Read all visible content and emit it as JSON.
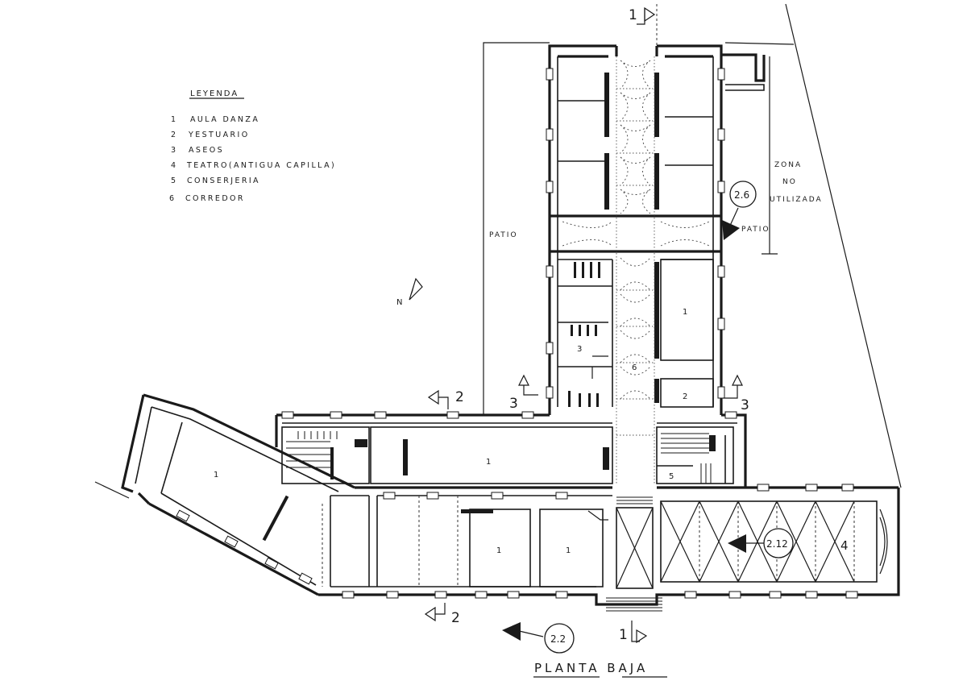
{
  "legend": {
    "title": "LEYENDA",
    "items": [
      {
        "num": "1",
        "label": "AULA  DANZA"
      },
      {
        "num": "2",
        "label": "YESTUARIO"
      },
      {
        "num": "3",
        "label": "ASEOS"
      },
      {
        "num": "4",
        "label": "TEATRO(ANTIGUA  CAPILLA)"
      },
      {
        "num": "5",
        "label": "CONSERJERIA"
      },
      {
        "num": "6",
        "label": "CORREDOR"
      }
    ]
  },
  "north_label": "N",
  "patio_left": "PATIO",
  "patio_right": "PATIO",
  "zona": {
    "line1": "ZONA",
    "line2": "NO",
    "line3": "UTILIZADA"
  },
  "rooms": {
    "r1_main": "1",
    "r1_top_right": "1",
    "r1_bottom_a": "1",
    "r1_bottom_b": "1",
    "r2": "2",
    "r3": "3",
    "r4": "4",
    "r5": "5",
    "r6": "6",
    "r_wing": "1"
  },
  "section_marks": {
    "top_1": "1",
    "bottom_1": "1",
    "left_2": "2",
    "bottom_2": "2",
    "left_3": "3",
    "right_3": "3"
  },
  "view_refs": {
    "ref_26": "2.6",
    "ref_212": "2.12",
    "ref_22": "2.2"
  },
  "title": "PLANTA  BAJA"
}
